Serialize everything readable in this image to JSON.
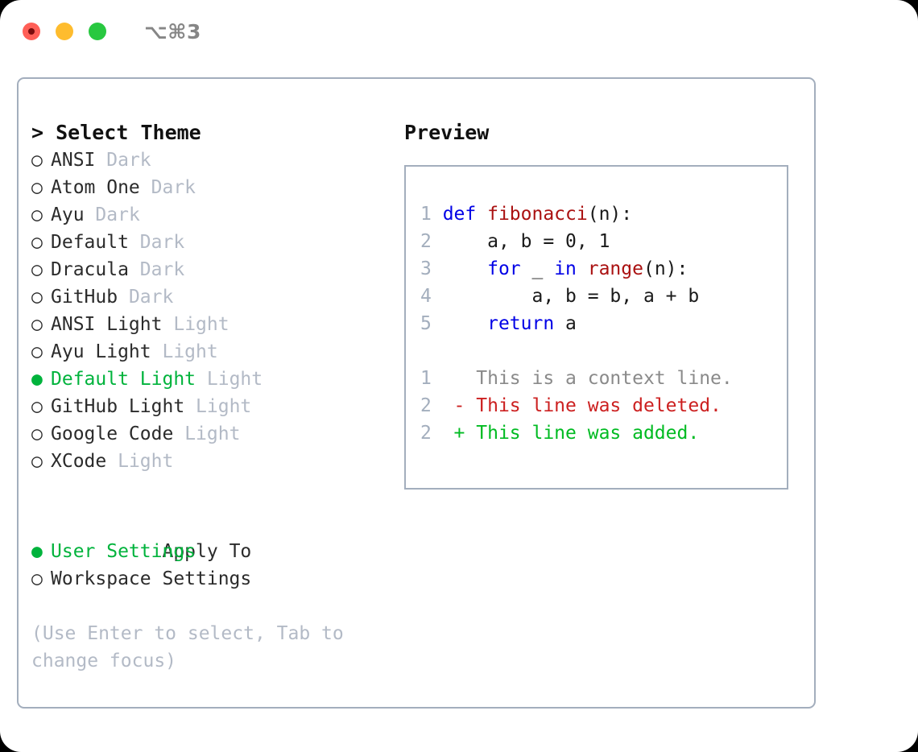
{
  "titlebar": {
    "shortcut": "⌥⌘3",
    "lights": [
      {
        "name": "close",
        "color": "#ff5f57"
      },
      {
        "name": "minimize",
        "color": "#febc2e"
      },
      {
        "name": "maximize",
        "color": "#28c840"
      }
    ]
  },
  "theme_picker": {
    "header": "> Select Theme",
    "bullet_off": "○",
    "bullet_on": "●",
    "items": [
      {
        "name": "ANSI",
        "tag": "Dark",
        "selected": false
      },
      {
        "name": "Atom One",
        "tag": "Dark",
        "selected": false
      },
      {
        "name": "Ayu",
        "tag": "Dark",
        "selected": false
      },
      {
        "name": "Default",
        "tag": "Dark",
        "selected": false
      },
      {
        "name": "Dracula",
        "tag": "Dark",
        "selected": false
      },
      {
        "name": "GitHub",
        "tag": "Dark",
        "selected": false
      },
      {
        "name": "ANSI Light",
        "tag": "Light",
        "selected": false
      },
      {
        "name": "Ayu Light",
        "tag": "Light",
        "selected": false
      },
      {
        "name": "Default Light",
        "tag": "Light",
        "selected": true
      },
      {
        "name": "GitHub Light",
        "tag": "Light",
        "selected": false
      },
      {
        "name": "Google Code",
        "tag": "Light",
        "selected": false
      },
      {
        "name": "XCode",
        "tag": "Light",
        "selected": false
      }
    ]
  },
  "apply_to": {
    "header": "Apply To",
    "items": [
      {
        "name": "User Settings",
        "selected": true
      },
      {
        "name": "Workspace Settings",
        "selected": false
      }
    ]
  },
  "hint": "(Use Enter to select, Tab to change focus)",
  "preview": {
    "header": "Preview",
    "code_lines": [
      {
        "no": "1",
        "tokens": [
          {
            "t": "def ",
            "c": "kw"
          },
          {
            "t": "fibonacci",
            "c": "fn"
          },
          {
            "t": "(n):",
            "c": "plain"
          }
        ]
      },
      {
        "no": "2",
        "tokens": [
          {
            "t": "    a, b = 0, 1",
            "c": "plain"
          }
        ]
      },
      {
        "no": "3",
        "tokens": [
          {
            "t": "    ",
            "c": "plain"
          },
          {
            "t": "for",
            "c": "kw"
          },
          {
            "t": " _ ",
            "c": "plain"
          },
          {
            "t": "in ",
            "c": "kw"
          },
          {
            "t": "range",
            "c": "fn"
          },
          {
            "t": "(n):",
            "c": "plain"
          }
        ]
      },
      {
        "no": "4",
        "tokens": [
          {
            "t": "        a, b = b, a + b",
            "c": "plain"
          }
        ]
      },
      {
        "no": "5",
        "tokens": [
          {
            "t": "    ",
            "c": "plain"
          },
          {
            "t": "return",
            "c": "kw"
          },
          {
            "t": " a",
            "c": "plain"
          }
        ]
      }
    ],
    "diff_lines": [
      {
        "no": "1",
        "marker": " ",
        "text": "This is a context line.",
        "kind": "context"
      },
      {
        "no": "2",
        "marker": "-",
        "text": "This line was deleted.",
        "kind": "deleted"
      },
      {
        "no": "2",
        "marker": "+",
        "text": "This line was added.",
        "kind": "added"
      }
    ]
  },
  "colors": {
    "accent_green": "#00b33c",
    "muted_grey": "#b3bac6",
    "border": "#a3aebd",
    "keyword_blue": "#0000e6",
    "function_red": "#aa1111",
    "diff_deleted": "#cc2020",
    "diff_added": "#00bb22",
    "diff_context": "#8a8a8a"
  }
}
